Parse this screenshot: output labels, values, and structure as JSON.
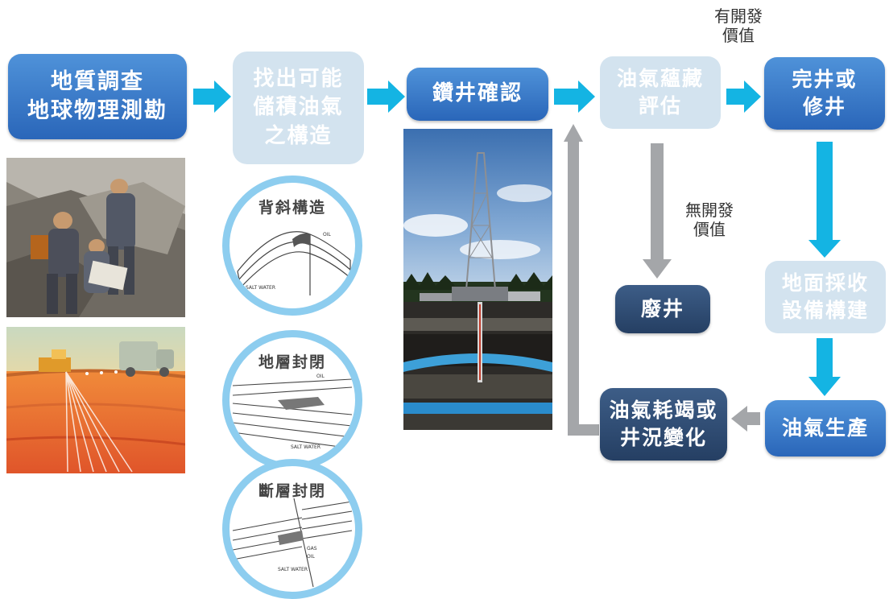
{
  "nodes": {
    "geo_survey": [
      "地質調查",
      "地球物理測勘"
    ],
    "find_structure": [
      "找出可能",
      "儲積油氣",
      "之構造"
    ],
    "drill_confirm": [
      "鑽井確認"
    ],
    "reservoir_eval": [
      "油氣蘊藏",
      "評估"
    ],
    "complete_well": [
      "完井或",
      "修井"
    ],
    "surface_facility": [
      "地面採收",
      "設備構建"
    ],
    "production": [
      "油氣生產"
    ],
    "depletion": [
      "油氣耗竭或",
      "井況變化"
    ],
    "abandon": [
      "廢井"
    ]
  },
  "edge_labels": {
    "has_value": [
      "有開發",
      "價值"
    ],
    "no_value": [
      "無開發",
      "價值"
    ]
  },
  "circles": {
    "anticline": "背斜構造",
    "stratigraphic_trap": "地層封閉",
    "fault_trap": "斷層封閉"
  },
  "diagram_labels": {
    "oil": "OIL",
    "salt_water": "SALT WATER",
    "gas": "GAS"
  },
  "colors": {
    "arrow_cyan": "#14b4e3",
    "arrow_gray": "#a4a6a9",
    "box_blue": "#2f6fbf",
    "box_light": "#d3e3ef",
    "box_dark": "#2b4770",
    "circle_ring": "#8dcdef"
  }
}
